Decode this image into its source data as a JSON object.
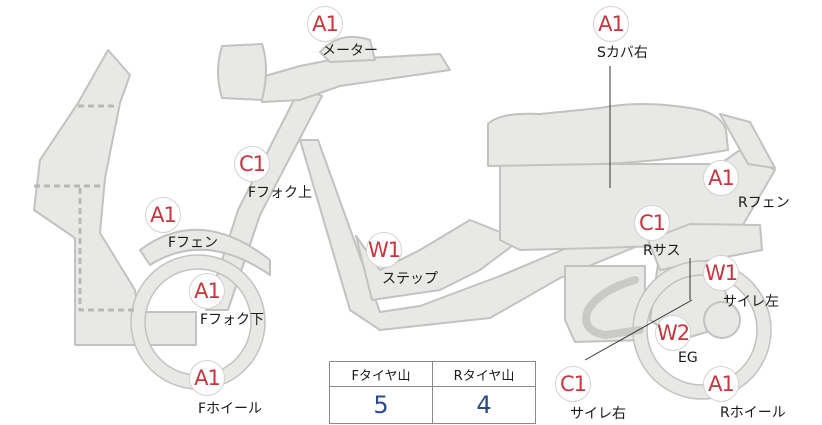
{
  "parts": [
    {
      "id": "meter",
      "grade": "A1",
      "label": "メーター"
    },
    {
      "id": "s-cover-right",
      "grade": "A1",
      "label": "Sカバ右"
    },
    {
      "id": "f-fork-upper",
      "grade": "C1",
      "label": "Fフォク上"
    },
    {
      "id": "r-fender",
      "grade": "A1",
      "label": "Rフェン"
    },
    {
      "id": "f-fender",
      "grade": "A1",
      "label": "Fフェン"
    },
    {
      "id": "r-suspension",
      "grade": "C1",
      "label": "Rサス"
    },
    {
      "id": "step",
      "grade": "W1",
      "label": "ステップ"
    },
    {
      "id": "muffler-left",
      "grade": "W1",
      "label": "サイレ左"
    },
    {
      "id": "f-fork-lower",
      "grade": "A1",
      "label": "Fフォク下"
    },
    {
      "id": "engine",
      "grade": "W2",
      "label": "EG"
    },
    {
      "id": "f-wheel",
      "grade": "A1",
      "label": "Fホイール"
    },
    {
      "id": "muffler-right",
      "grade": "C1",
      "label": "サイレ右"
    },
    {
      "id": "r-wheel",
      "grade": "A1",
      "label": "Rホイール"
    }
  ],
  "tire_table": {
    "headers": [
      "Fタイヤ山",
      "Rタイヤ山"
    ],
    "values": [
      "5",
      "4"
    ]
  },
  "colors": {
    "body_fill": "#e8e8e6",
    "body_stroke": "#c2c2c0",
    "grade_text": "#c4373f",
    "table_value_text": "#2a4a8a"
  }
}
